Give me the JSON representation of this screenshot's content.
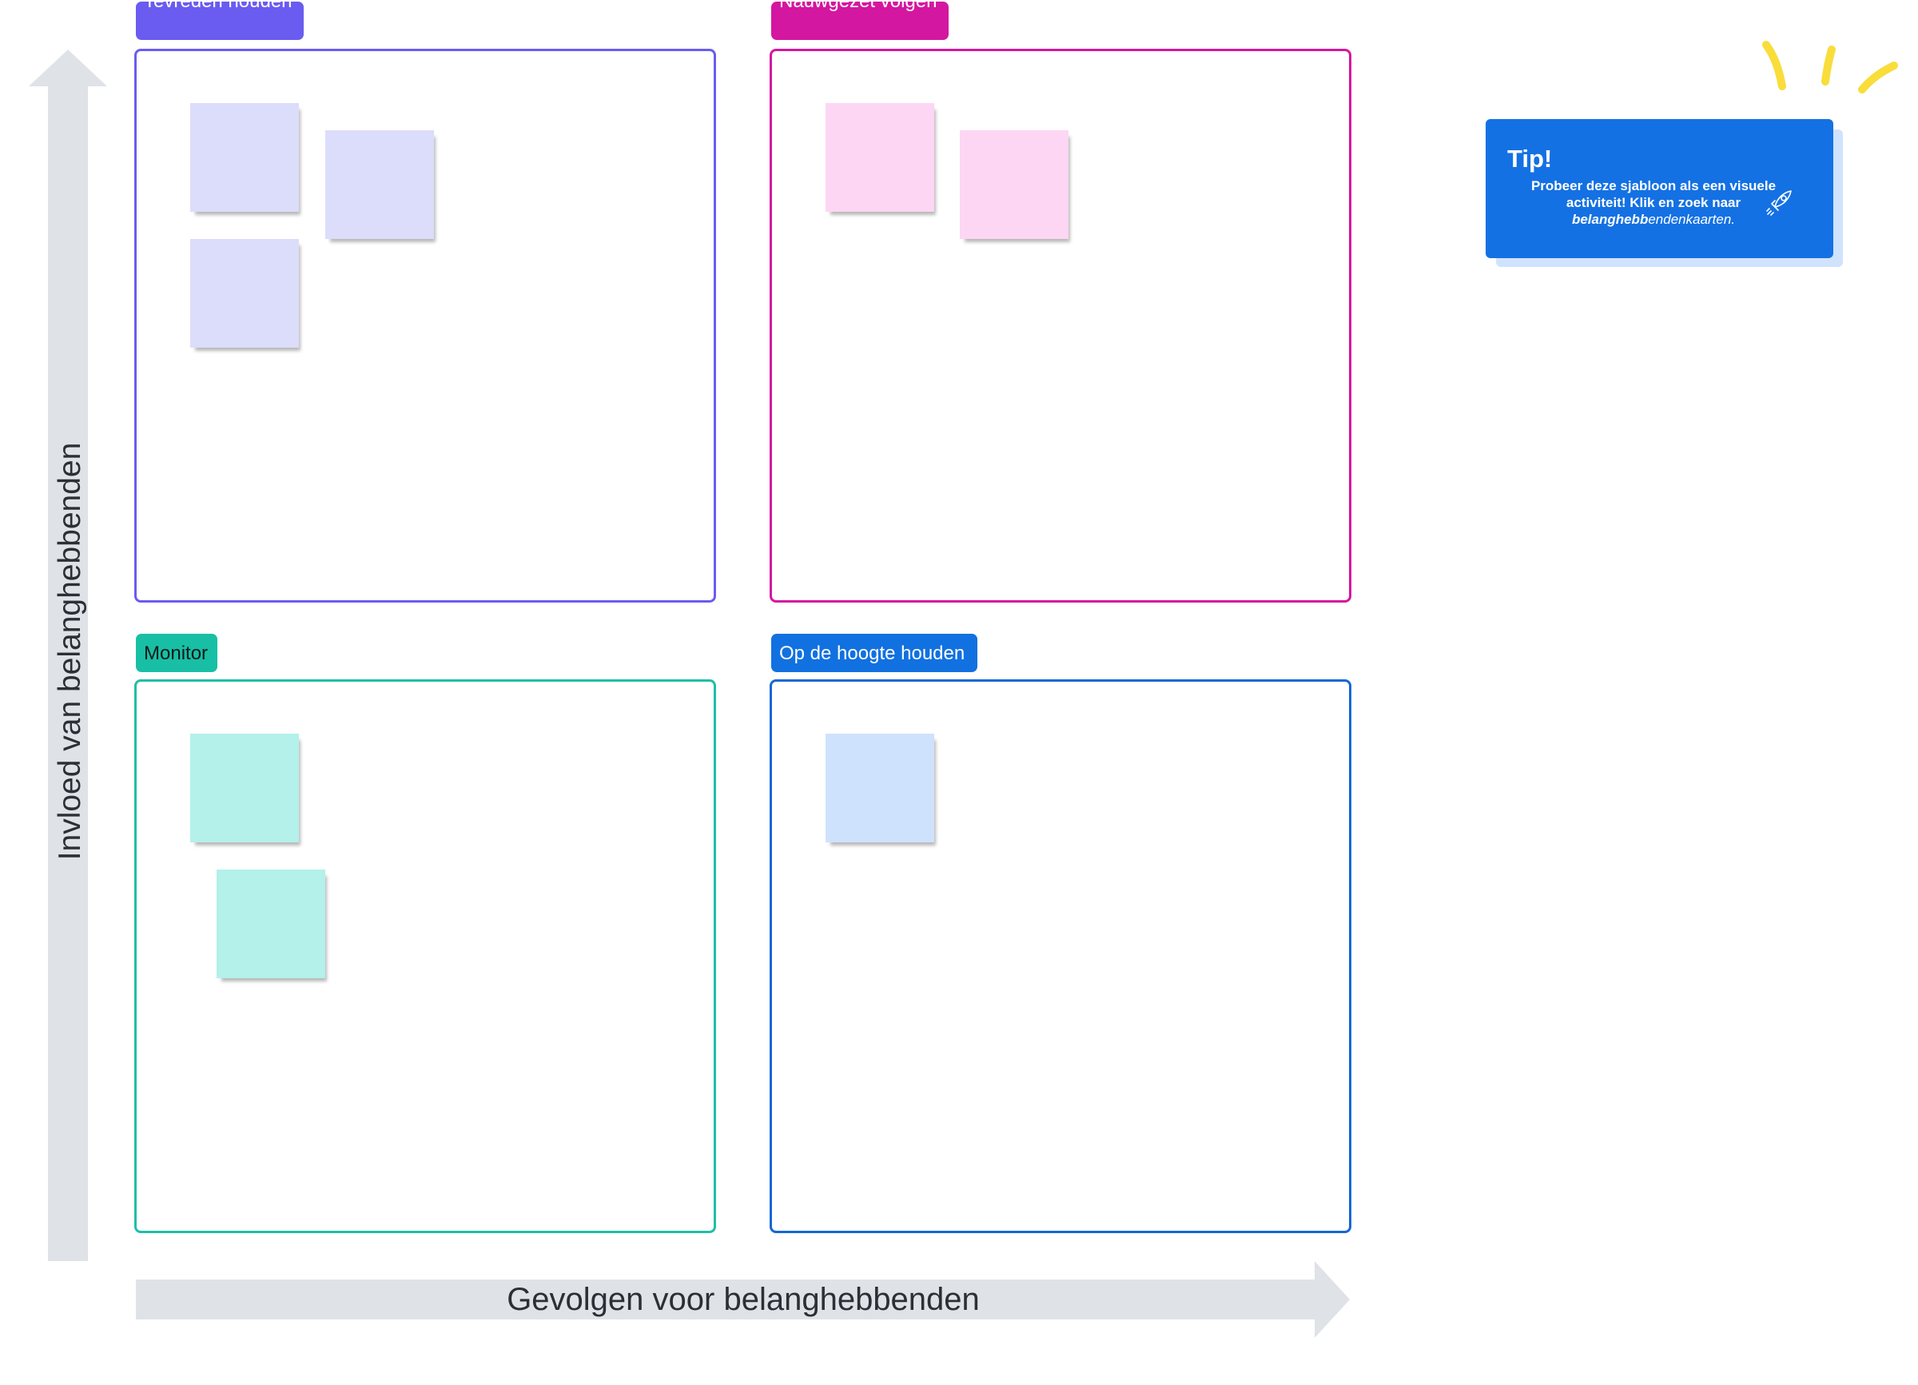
{
  "axes": {
    "y_label": "Invloed van belanghebbenden",
    "x_label": "Gevolgen voor belanghebbenden"
  },
  "quadrants": {
    "top_left": {
      "label": "Tevreden houden",
      "color": "#6a5cf0",
      "sticky_count": 3
    },
    "top_right": {
      "label": "Nauwgezet volgen",
      "color": "#d417a0",
      "sticky_count": 2
    },
    "bottom_left": {
      "label": "Monitor",
      "color": "#1fbfa7",
      "sticky_count": 2
    },
    "bottom_right": {
      "label": "Op de hoogte houden",
      "color": "#1668d4",
      "sticky_count": 1
    }
  },
  "sticky_colors": {
    "purple": "#dcdcfb",
    "pink": "#fdd6f3",
    "teal": "#b3f1ea",
    "blue": "#cfe2fd"
  },
  "tip": {
    "title": "Tip!",
    "line1": "Probeer deze sjabloon als een visuele activiteit! Klik en zoek naar",
    "italic_bold": "belanghebb",
    "italic_rest": "endenkaarten.",
    "icon": "rocket-icon",
    "color": "#1471e3"
  },
  "decoration": {
    "icon": "sparkle-lines-icon",
    "color": "#f9dd3a"
  }
}
